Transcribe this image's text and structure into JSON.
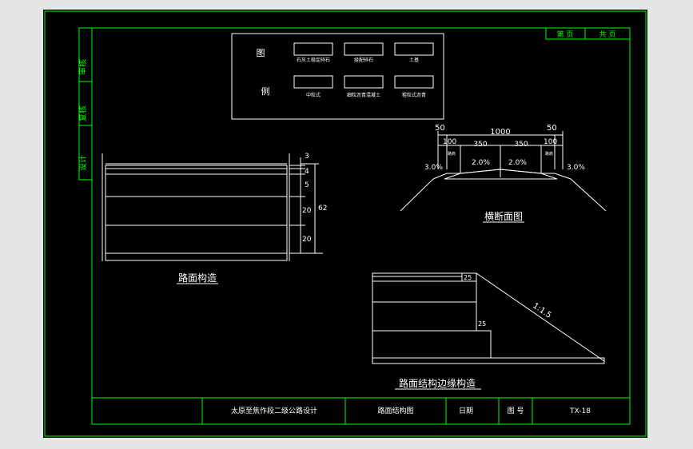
{
  "colors": {
    "background": "#e6e6e6",
    "paper": "#000000",
    "frame": "#00ff00",
    "lines": "#ffffff"
  },
  "header": {
    "sheet_no": "第 页",
    "total": "共 页"
  },
  "side_labels": [
    "审核",
    "复核",
    "设计"
  ],
  "legend": {
    "title_1": "图",
    "title_2": "例",
    "items": [
      "石灰土稳定碎石",
      "级配碎石",
      "土基",
      "中粒式",
      "细粒沥青混凝土",
      "粗粒式沥青"
    ]
  },
  "pavement": {
    "title": "路面构造",
    "layers": [
      "3",
      "4",
      "5",
      "20",
      "20"
    ],
    "total": "62"
  },
  "cross_section": {
    "title": "横断面图",
    "top_dims": [
      "50",
      "1000",
      "50"
    ],
    "sub_dims": [
      "100",
      "350",
      "350",
      "100"
    ],
    "slopes": [
      "3.0%",
      "2.0%",
      "2.0%",
      "3.0%"
    ],
    "shoulder": "路肩"
  },
  "edge": {
    "title": "路面结构边缘构造",
    "dims": [
      "25",
      "25"
    ],
    "slope": "1:1.5"
  },
  "title_block": {
    "project": "太原至焦作段二级公路设计",
    "drawing": "路面结构图",
    "date_label": "日期",
    "no_label": "图 号",
    "no_value": "TX-18"
  }
}
